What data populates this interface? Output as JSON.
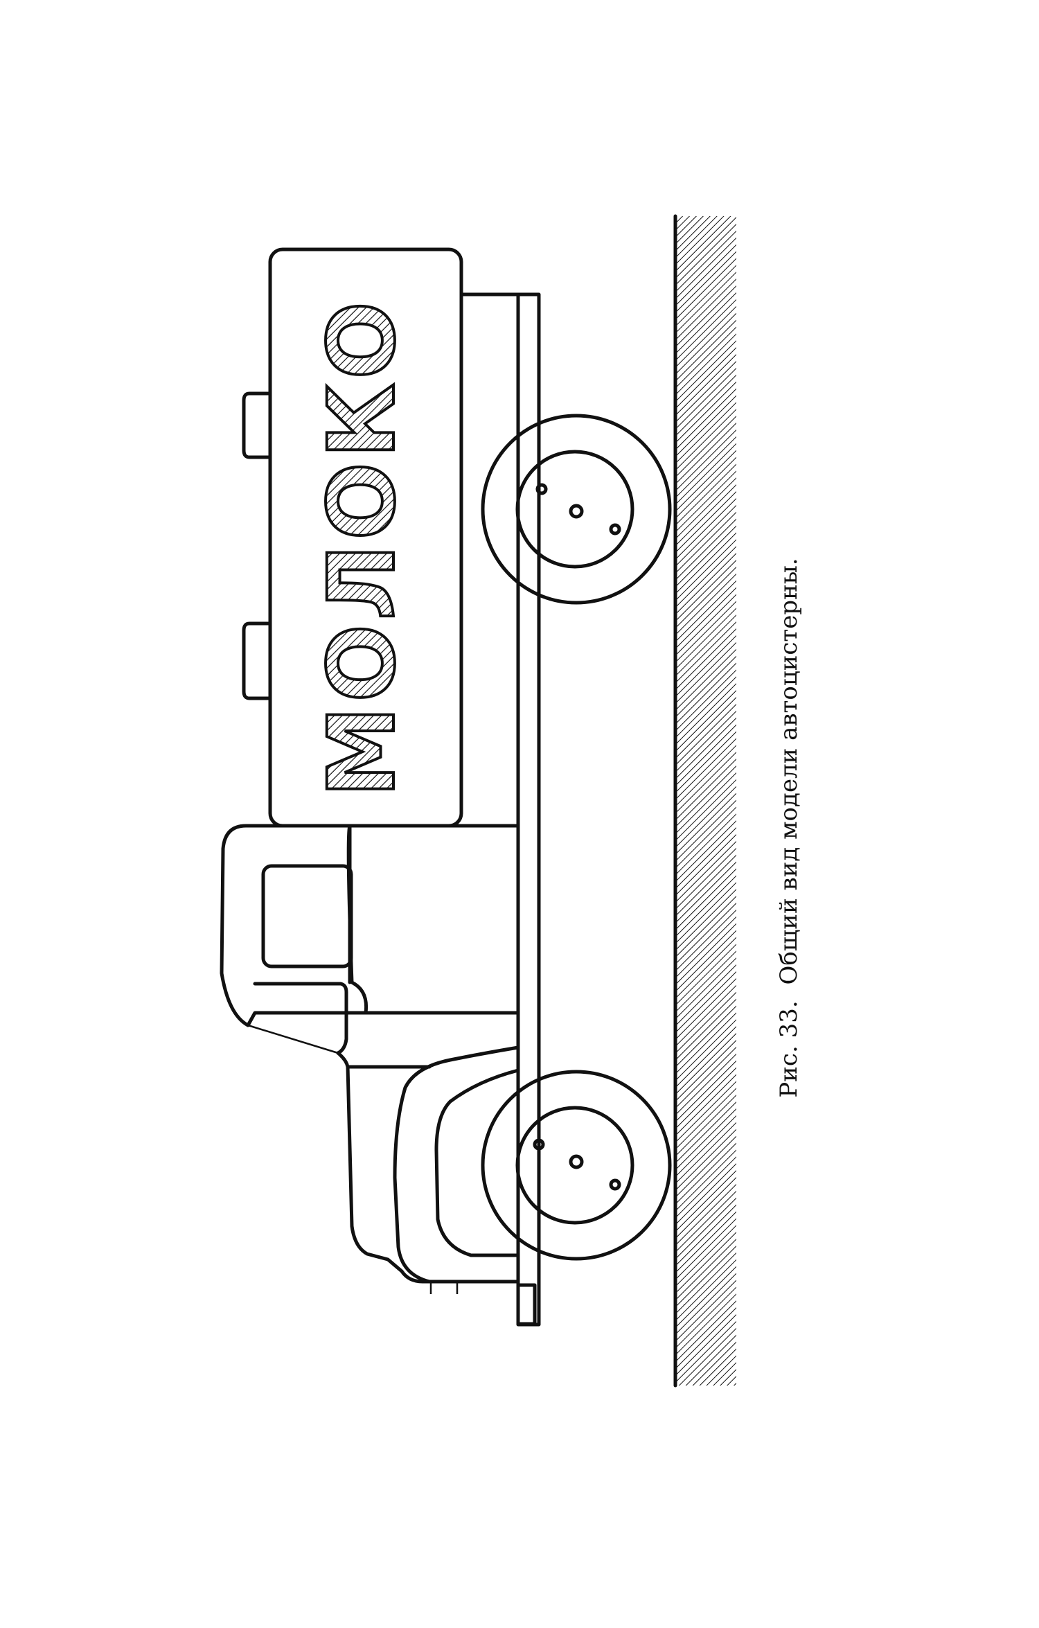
{
  "figure": {
    "tank_label": "МОЛОКО",
    "caption": {
      "number": "Рис. 33.",
      "text": "Общий вид модели автоцистерны."
    }
  }
}
